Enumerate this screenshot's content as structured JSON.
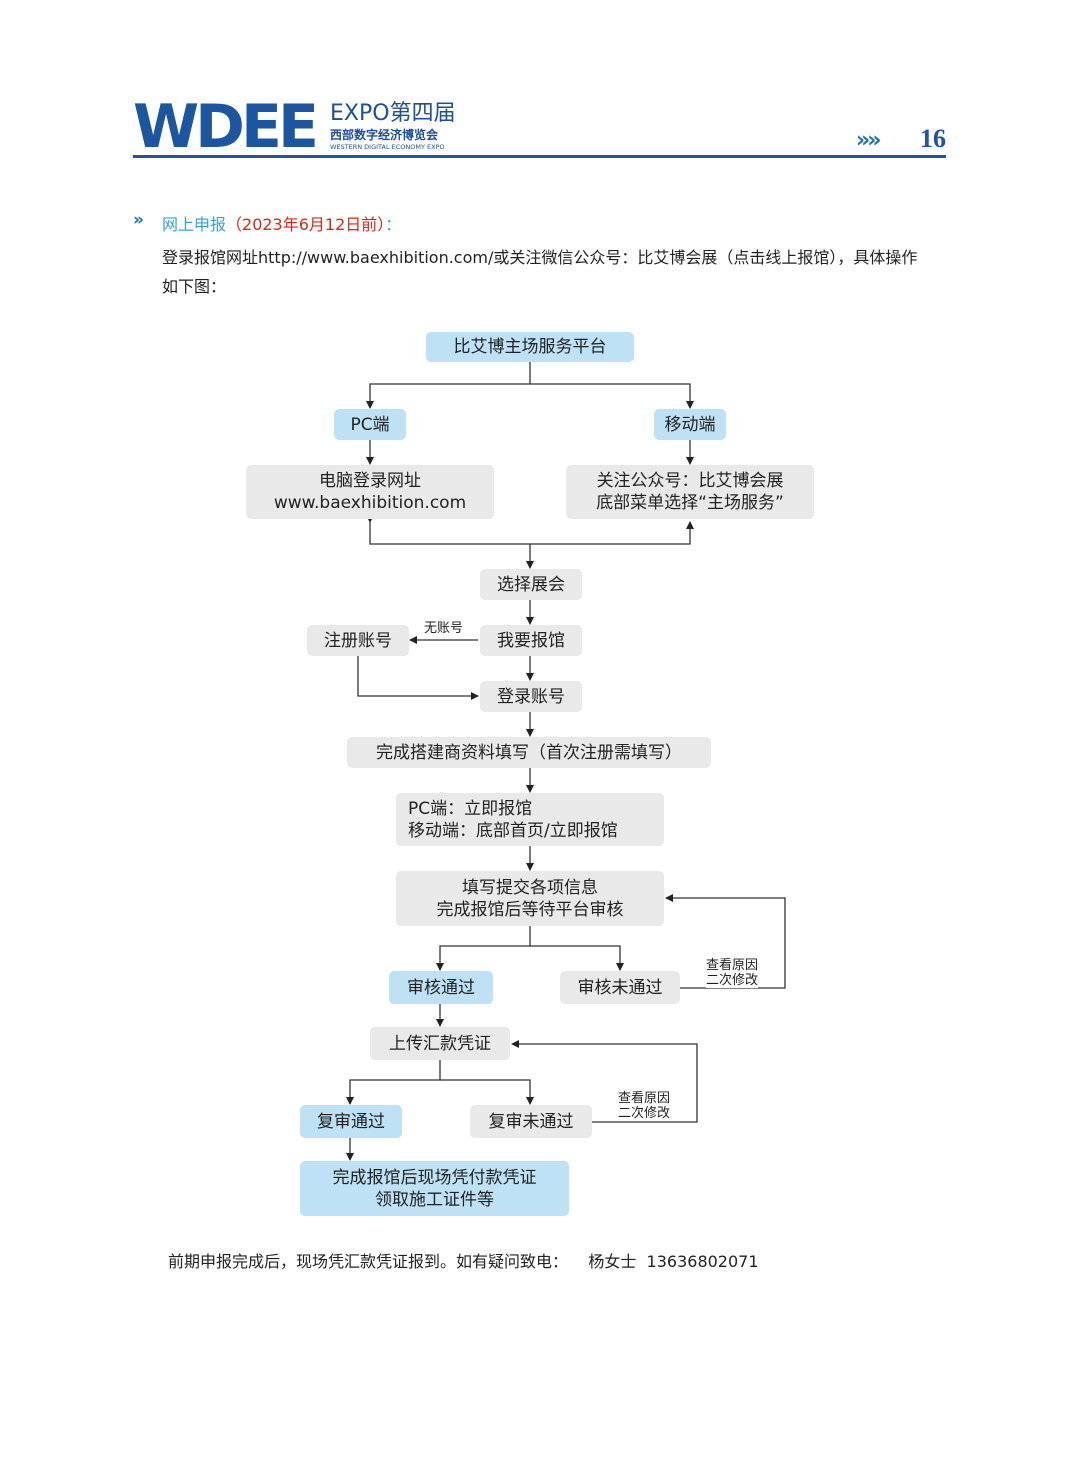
{
  "header": {
    "logo_mark": "WDEE",
    "logo_expo": "EXPO",
    "logo_edition": "第四届",
    "logo_cn": "西部数字经济博览会",
    "logo_en": "WESTERN DIGITAL ECONOMY EXPO",
    "page_arrows": "»»",
    "page_number": "16"
  },
  "section": {
    "arrow": "»",
    "title": "网上申报",
    "date": "（2023年6月12日前）",
    "colon": "："
  },
  "intro": "登录报馆网址http://www.baexhibition.com/或关注微信公众号：比艾博会展（点击线上报馆），具体操作如下图：",
  "flow": {
    "platform": "比艾博主场服务平台",
    "pc": "PC端",
    "mobile": "移动端",
    "pc_detail_1": "电脑登录网址",
    "pc_detail_2": "www.baexhibition.com",
    "mobile_detail_1": "关注公众号：比艾博会展",
    "mobile_detail_2": "底部菜单选择“主场服务”",
    "select_expo": "选择展会",
    "register_account": "注册账号",
    "no_account": "无账号",
    "apply_booth": "我要报馆",
    "login_account": "登录账号",
    "fill_info": "完成搭建商资料填写（首次注册需填写）",
    "entry_1": "PC端：立即报馆",
    "entry_2": "移动端：底部首页/立即报馆",
    "submit_1": "填写提交各项信息",
    "submit_2": "完成报馆后等待平台审核",
    "audit_pass": "审核通过",
    "audit_fail": "审核未通过",
    "reason_1a": "查看原因",
    "reason_1b": "二次修改",
    "upload": "上传汇款凭证",
    "review_pass": "复审通过",
    "review_fail": "复审未通过",
    "reason_2a": "查看原因",
    "reason_2b": "二次修改",
    "final_1": "完成报馆后现场凭付款凭证",
    "final_2": "领取施工证件等"
  },
  "footer": {
    "note": "前期申报完成后，现场凭汇款凭证报到。如有疑问致电：",
    "contact_name": "杨女士",
    "contact_phone": "13636802071"
  },
  "colors": {
    "brand_blue": "#1d56a0",
    "section_blue": "#3aa0d8",
    "date_red": "#e0241b",
    "box_grey": "#e9e9e9",
    "box_blue": "#bfe1f6"
  }
}
